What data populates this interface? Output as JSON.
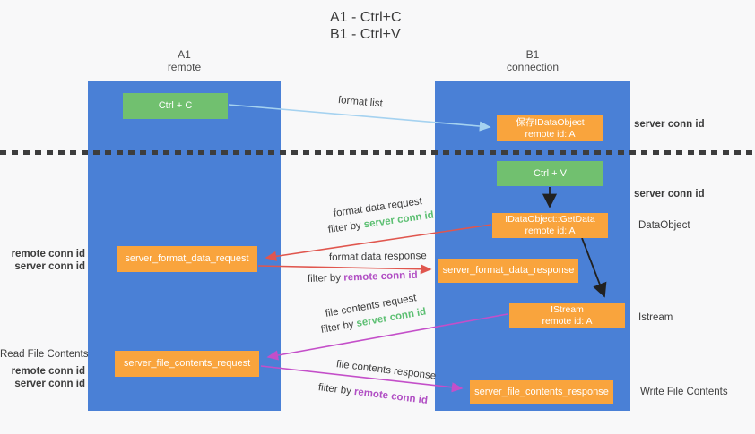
{
  "title": {
    "line1": "A1 - Ctrl+C",
    "line2": "B1 - Ctrl+V"
  },
  "lifelines": {
    "a1": {
      "name": "A1",
      "subtitle": "remote"
    },
    "b1": {
      "name": "B1",
      "subtitle": "connection"
    }
  },
  "nodes": {
    "ctrl_c": {
      "label": "Ctrl + C"
    },
    "save_dataobject": {
      "line1": "保存IDataObject",
      "line2": "remote id: A"
    },
    "ctrl_v": {
      "label": "Ctrl + V"
    },
    "getdata": {
      "line1": "IDataObject::GetData",
      "line2": "remote id: A"
    },
    "format_request": {
      "label": "server_format_data_request"
    },
    "format_response": {
      "label": "server_format_data_response"
    },
    "istream": {
      "line1": "IStream",
      "line2": "remote id: A"
    },
    "file_request": {
      "label": "server_file_contents_request"
    },
    "file_response": {
      "label": "server_file_contents_response"
    }
  },
  "edges": {
    "format_list": {
      "label": "format list"
    },
    "format_data_request": {
      "label": "format data request",
      "filter_prefix": "filter by ",
      "filter_value": "server conn id"
    },
    "format_data_response": {
      "label": "format data response",
      "filter_prefix": "filter by ",
      "filter_value": "remote conn id"
    },
    "file_contents_request": {
      "label": "file contents request",
      "filter_prefix": "filter by ",
      "filter_value": "server conn id"
    },
    "file_contents_response": {
      "label": "file contents response",
      "filter_prefix": "filter by ",
      "filter_value": "remote conn id"
    }
  },
  "side_labels": {
    "right_server_conn_1": "server conn id",
    "right_server_conn_2": "server conn id",
    "right_dataobject": "DataObject",
    "right_istream": "Istream",
    "right_write_file": "Write File Contents",
    "left_remote_conn_1": "remote conn id",
    "left_server_conn_1": "server conn id",
    "left_read_file": "Read File Contents",
    "left_remote_conn_2": "remote conn id",
    "left_server_conn_2": "server conn id"
  },
  "colors": {
    "lifeline_blue": "#4a80d6",
    "node_green": "#71c06f",
    "node_orange": "#f9a43d",
    "arrow_blue": "#a5d2f0",
    "arrow_red": "#e0564e",
    "arrow_magenta": "#c44fc9",
    "arrow_black": "#212121",
    "text_green": "#5cbf72",
    "text_purple": "#b14fc4"
  }
}
